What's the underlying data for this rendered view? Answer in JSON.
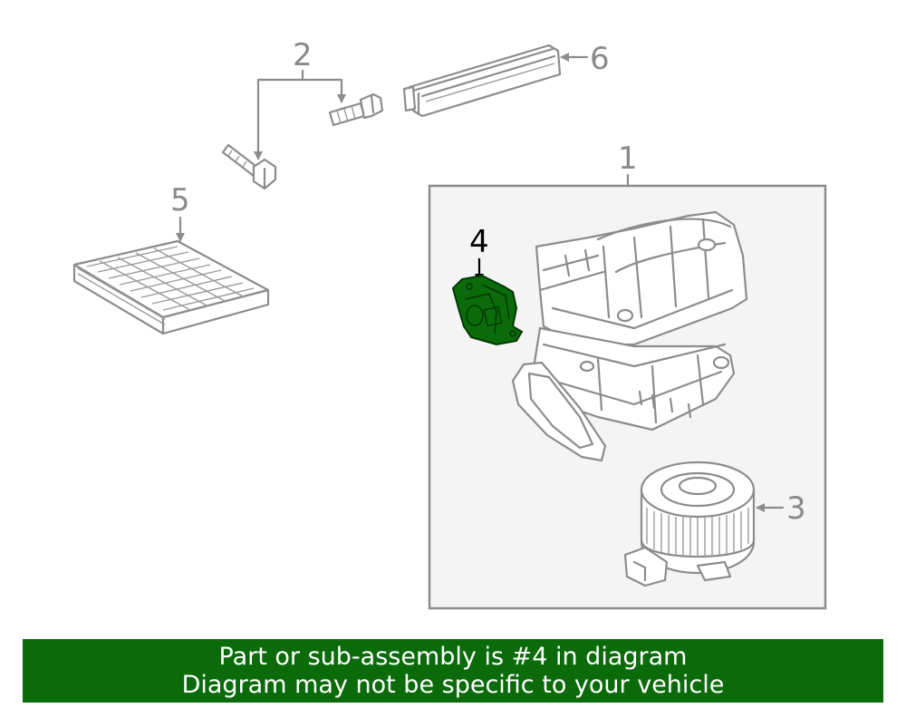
{
  "callouts": {
    "c1": "1",
    "c2": "2",
    "c3": "3",
    "c4": "4",
    "c5": "5",
    "c6": "6"
  },
  "highlighted_part": "4",
  "highlight_color": "#0b6b0b",
  "banner": {
    "line1": "Part or sub-assembly is #4 in diagram",
    "line2": "Diagram may not be specific to your vehicle",
    "background": "#0b6b0b"
  }
}
